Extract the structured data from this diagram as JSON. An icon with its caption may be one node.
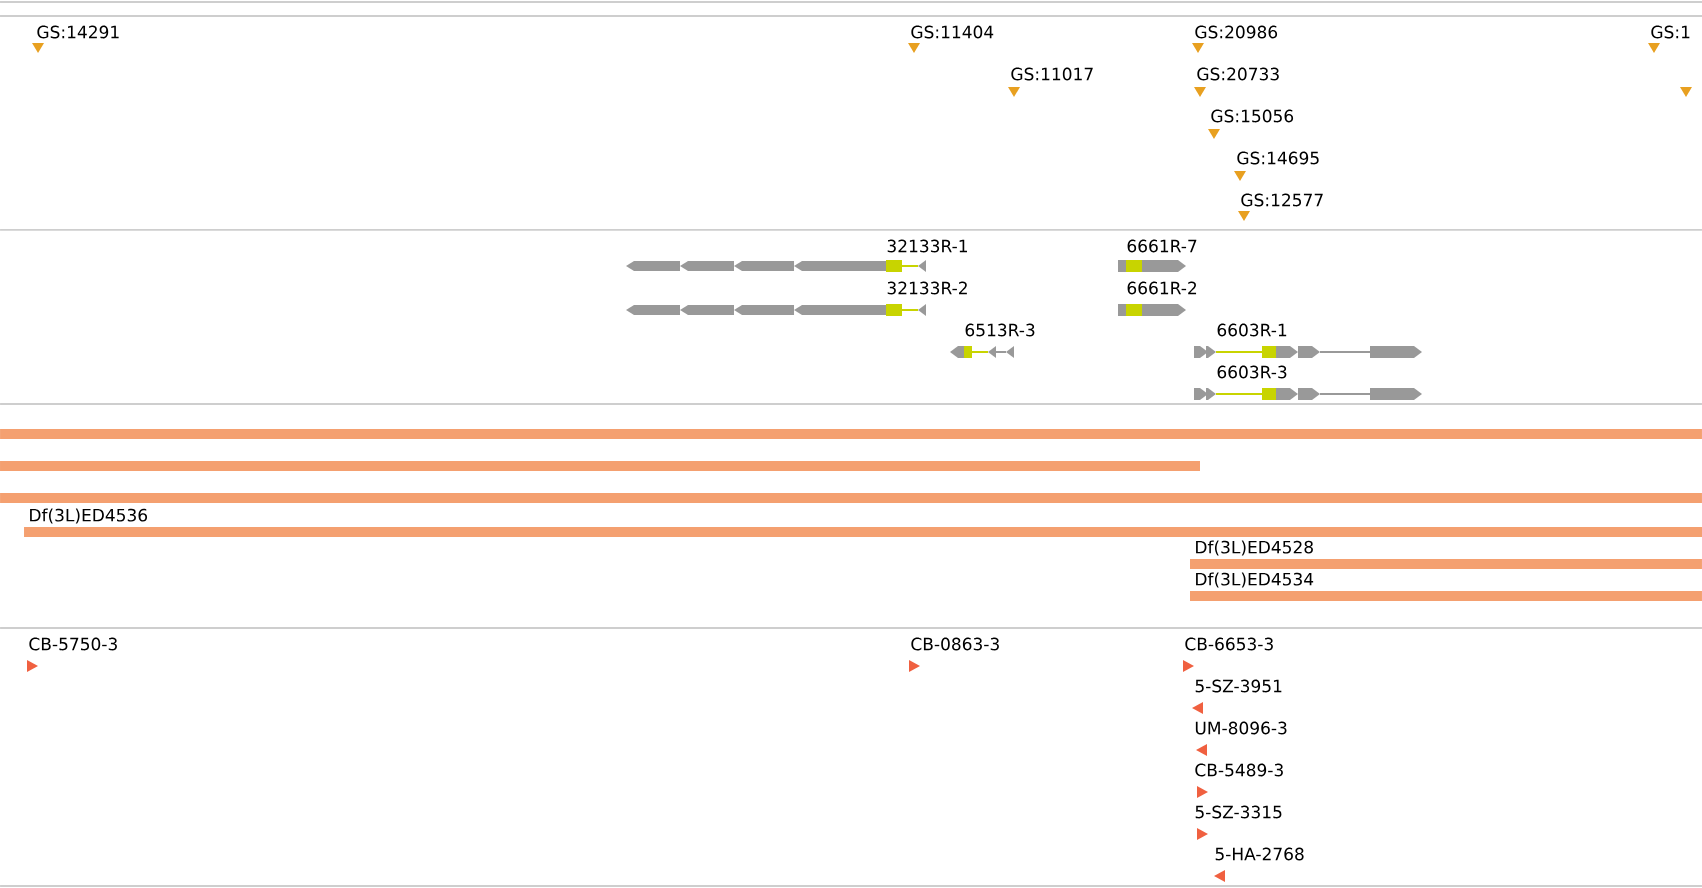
{
  "diagram": {
    "labels": [
      "GS:14291",
      "GS:11404",
      "GS:20986",
      "GS:1",
      "GS:11017",
      "GS:20733",
      "GS:15056",
      "GS:14695",
      "GS:12577",
      "32133R-1",
      "6661R-7",
      "32133R-2",
      "6661R-2",
      "6513R-3",
      "6603R-1",
      "6603R-3",
      "Df(3L)ED4536",
      "Df(3L)ED4528",
      "Df(3L)ED4534",
      "CB-5750-3",
      "CB-0863-3",
      "CB-6653-3",
      "5-SZ-3951",
      "UM-8096-3",
      "CB-5489-3",
      "5-SZ-3315",
      "5-HA-2768"
    ]
  }
}
